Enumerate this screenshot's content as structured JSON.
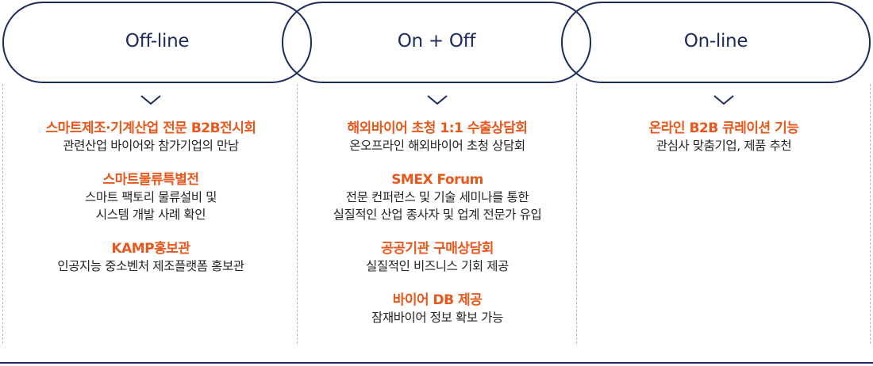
{
  "columns": [
    {
      "label": "Off-line",
      "items": [
        {
          "title": "스마트제조·기계산업 전문 B2B전시회",
          "lines": [
            "관련산업 바이어와 참가기업의 만남"
          ]
        },
        {
          "title": "스마트물류특별전",
          "lines": [
            "스마트 팩토리 물류설비 및",
            "시스템 개발 사례 확인"
          ]
        },
        {
          "title": "KAMP홍보관",
          "lines": [
            "인공지능 중소벤처 제조플랫폼 홍보관"
          ]
        }
      ]
    },
    {
      "label": "On + Off",
      "items": [
        {
          "title": "해외바이어 초청 1:1 수출상담회",
          "lines": [
            "온오프라인 해외바이어 초청 상담회"
          ]
        },
        {
          "title": "SMEX Forum",
          "lines": [
            "전문 컨퍼런스 및 기술 세미나를 통한",
            "실질적인 산업 종사자 및 업계 전문가 유입"
          ]
        },
        {
          "title": "공공기관 구매상담회",
          "lines": [
            "실질적인 비즈니스 기회 제공"
          ]
        },
        {
          "title": "바이어 DB 제공",
          "lines": [
            "잠재바이어 정보 확보 가능"
          ]
        }
      ]
    },
    {
      "label": "On-line",
      "items": [
        {
          "title": "온라인 B2B 큐레이션 기능",
          "lines": [
            "관심사 맞춤기업, 제품 추천"
          ]
        }
      ]
    }
  ],
  "colors": {
    "navy": "#1d2a5c",
    "accent": "#e8581c",
    "text": "#222222",
    "divider": "#b8b8b8"
  }
}
